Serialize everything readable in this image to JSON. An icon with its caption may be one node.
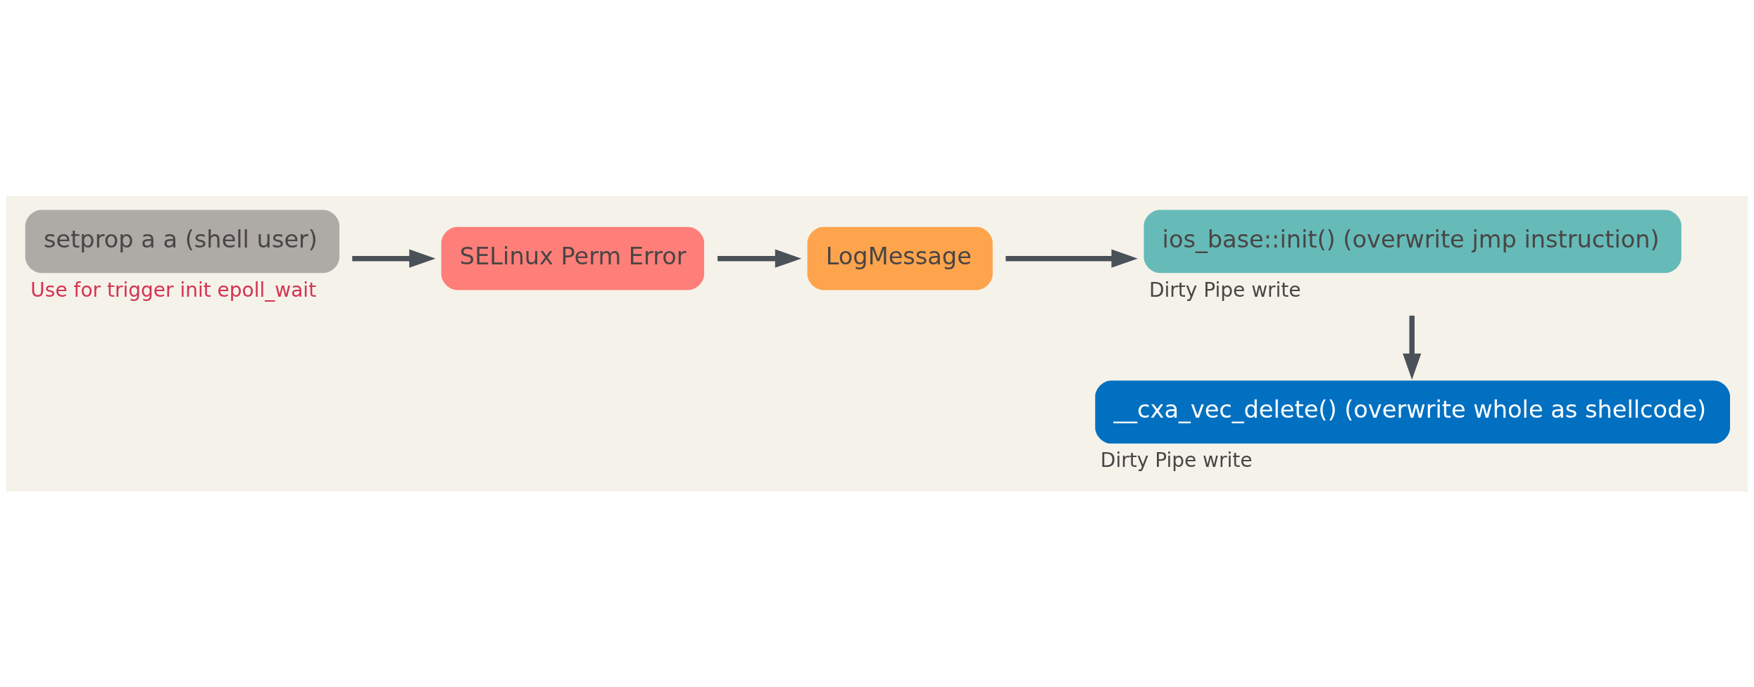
{
  "diagram": {
    "nodes": [
      {
        "text": [
          "setprop a a (shell user)"
        ],
        "beside": [
          "Use for trigger init epoll_wait"
        ]
      },
      {
        "text": [
          "SELinux Perm Error"
        ]
      },
      {
        "text": [
          "LogMessage"
        ]
      },
      {
        "text": [
          "ios_base::init() (overwrite jmp instruction)"
        ],
        "beside": [
          "Dirty Pipe write"
        ]
      },
      {
        "text": [
          "__cxa_vec_delete() (overwrite whole as shellcode)"
        ],
        "beside": [
          "Dirty Pipe write"
        ]
      }
    ],
    "edges": [
      {
        "from": 0,
        "to": 1,
        "arrow": "to"
      },
      {
        "from": 1,
        "to": 2,
        "arrow": "to"
      },
      {
        "from": 2,
        "to": 3,
        "arrow": "to"
      },
      {
        "from": 3,
        "to": 4,
        "arrow": "to"
      }
    ]
  }
}
